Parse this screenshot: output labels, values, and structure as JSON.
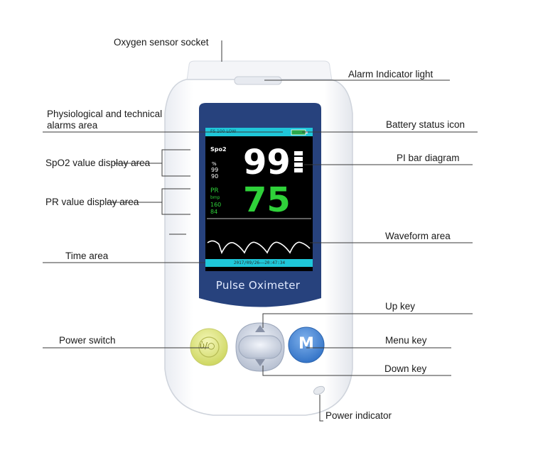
{
  "device": {
    "title": "Pulse Oximeter",
    "screen": {
      "status_text": "FS 100 LOW",
      "spo2_label": "Spo2",
      "spo2_unit": "%",
      "spo2_high": "99",
      "spo2_low": "90",
      "spo2_value": "99",
      "pr_label": "PR",
      "pr_unit": "bmp",
      "pr_high": "160",
      "pr_low": "84",
      "pr_value": "75",
      "datetime": "2017/09/26——20:47:34"
    },
    "menu_key_letter": "M",
    "colors": {
      "screen_frame": "#27427d",
      "screen_bg": "#000000",
      "spo2_color": "#ffffff",
      "pr_color": "#2fd13a",
      "menu_key": "#3a7fd0",
      "power_key": "#dfe57a",
      "status_bar": "#1fc7d9"
    }
  },
  "labels": {
    "oxygen_sensor_socket": "Oxygen sensor socket",
    "alarm_indicator_light": "Alarm Indicator light",
    "physiological_alarms": "Physiological and technical alarms area",
    "battery_status_icon": "Battery status icon",
    "spo2_display_area": "SpO2 value display area",
    "pi_bar_diagram": "PI bar diagram",
    "pr_display_area": "PR value display area",
    "waveform_area": "Waveform area",
    "time_area": "Time area",
    "up_key": "Up key",
    "power_switch": "Power switch",
    "menu_key": "Menu key",
    "down_key": "Down key",
    "power_indicator": "Power indicator"
  }
}
